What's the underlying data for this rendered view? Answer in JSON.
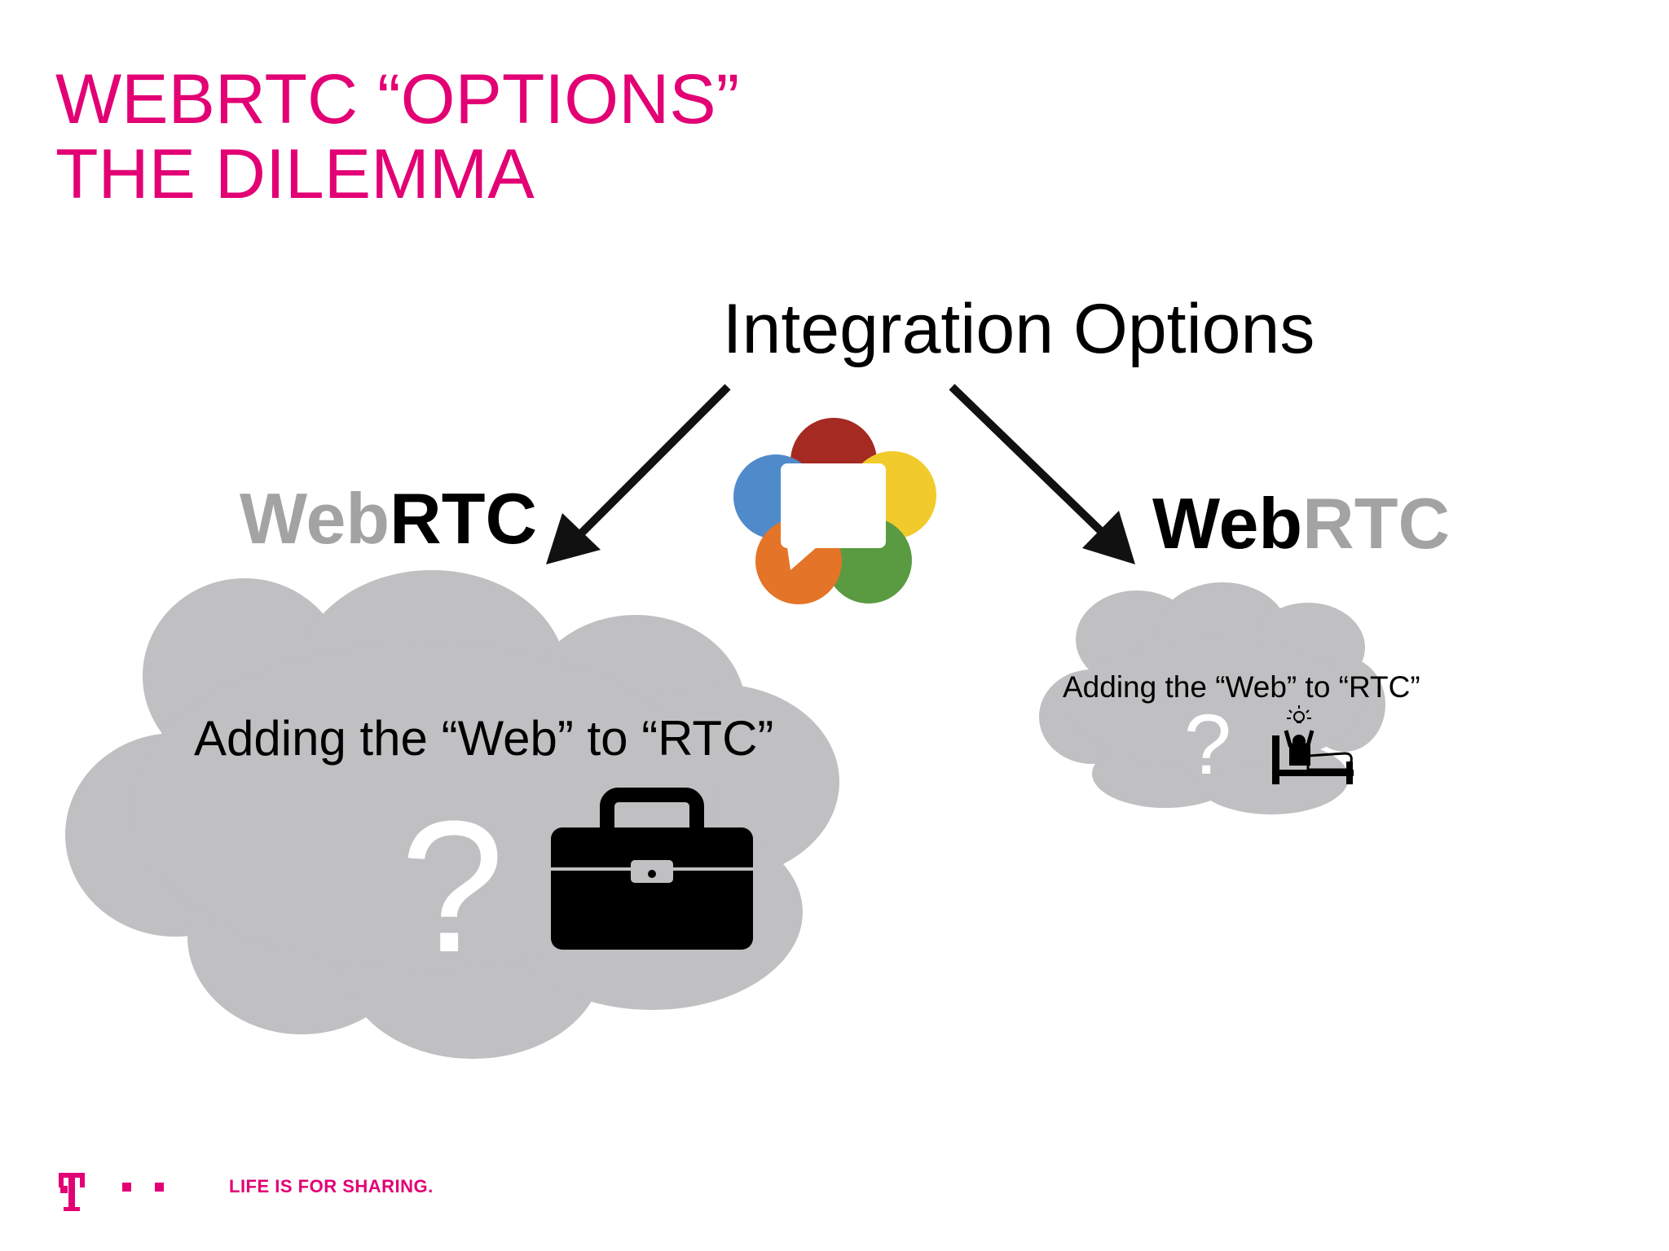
{
  "slide": {
    "title_line1": "WEBRTC “OPTIONS”",
    "title_line2": "THE DILEMMA",
    "heading": "Integration Options",
    "left_branch": {
      "wordmark_part1": "Web",
      "wordmark_part2": "RTC",
      "cloud_text": "Adding the “Web” to “RTC”",
      "question_mark": "?",
      "icon": "briefcase-icon"
    },
    "right_branch": {
      "wordmark_part1": "Web",
      "wordmark_part2": "RTC",
      "cloud_text": "Adding the “Web” to “RTC”",
      "question_mark": "?",
      "icon": "idea-in-bed-icon"
    },
    "center_logo": "webrtc-logo-icon"
  },
  "footer": {
    "logo": "t-mobile-logo-icon",
    "tagline": "LIFE IS FOR SHARING."
  },
  "colors": {
    "brand": "#e20074",
    "cloud": "#c0bfc1",
    "wordmark_grey": "#a3a3a3",
    "logo_red": "#a42a22",
    "logo_blue": "#4f8acb",
    "logo_yellow": "#f1cb2c",
    "logo_green": "#5a9b42",
    "logo_orange": "#e47427"
  }
}
